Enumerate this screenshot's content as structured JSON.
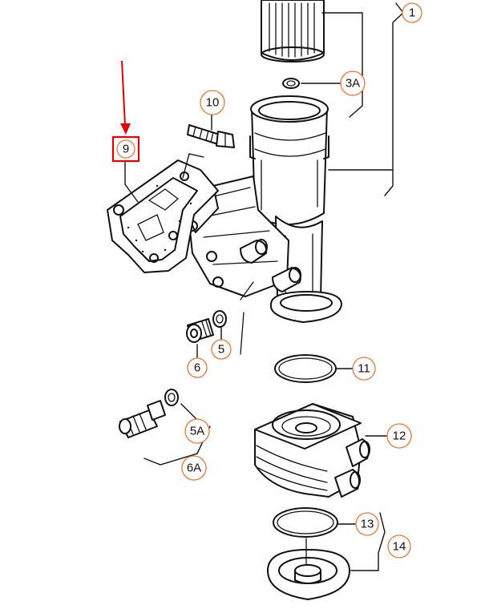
{
  "callouts": [
    {
      "id": "c1",
      "label": "1"
    },
    {
      "id": "c3a",
      "label": "3A"
    },
    {
      "id": "c10",
      "label": "10"
    },
    {
      "id": "c9",
      "label": "9"
    },
    {
      "id": "c5",
      "label": "5"
    },
    {
      "id": "c6",
      "label": "6"
    },
    {
      "id": "c11",
      "label": "11"
    },
    {
      "id": "c12",
      "label": "12"
    },
    {
      "id": "c5a",
      "label": "5A"
    },
    {
      "id": "c6a",
      "label": "6A"
    },
    {
      "id": "c13",
      "label": "13"
    },
    {
      "id": "c14",
      "label": "14"
    }
  ],
  "highlight": {
    "target": "9",
    "color": "#e00000"
  },
  "colors": {
    "line": "#111111",
    "callout_ring": "#e07a3a",
    "highlight": "#e00000"
  }
}
